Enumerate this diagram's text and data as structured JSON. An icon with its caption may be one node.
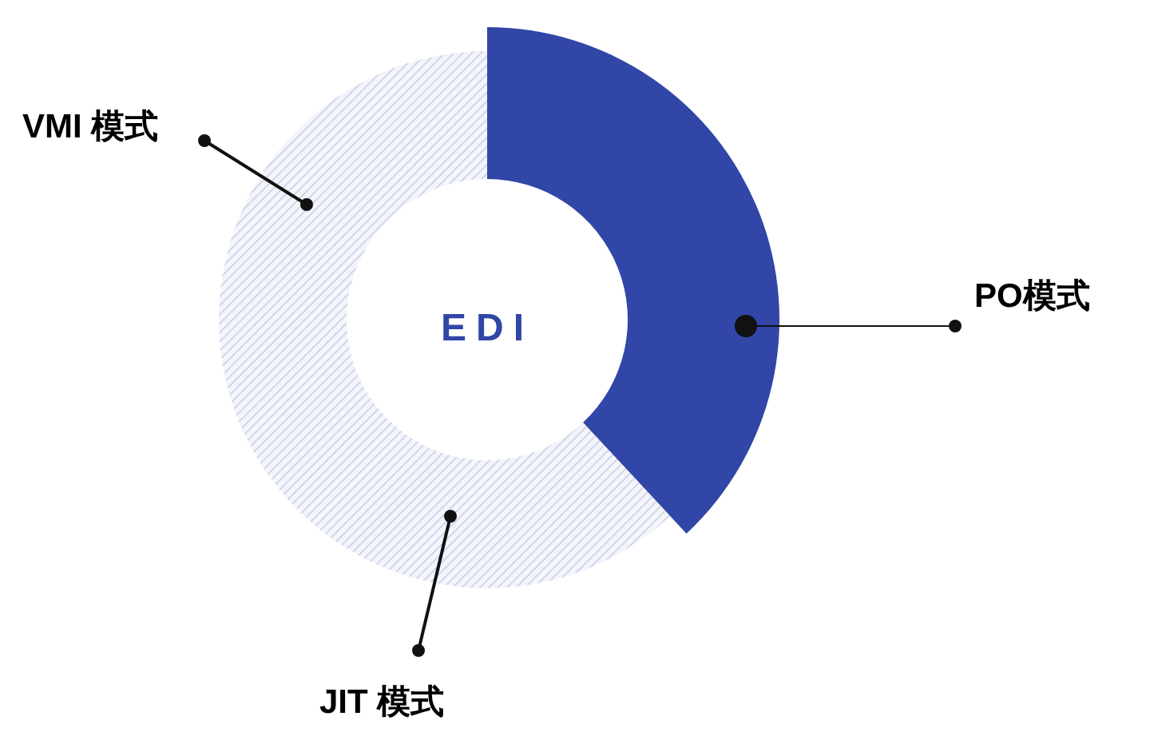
{
  "diagram": {
    "nodes": [
      {
        "text": [
          "VMI 模式"
        ]
      },
      {
        "text": [
          "PO模式"
        ]
      },
      {
        "text": [
          "JIT 模式"
        ]
      },
      {
        "text": [],
        "shape": "sector"
      },
      {
        "text": [],
        "shape": "sector"
      },
      {
        "text": [],
        "shape": "sector"
      }
    ],
    "edges": [
      {
        "from": 0,
        "to": 3,
        "arrow": "other"
      },
      {
        "from": 1,
        "to": 4,
        "arrow": "other"
      },
      {
        "from": 2,
        "to": 5,
        "arrow": "other"
      }
    ],
    "labels": [
      "EDI"
    ]
  }
}
